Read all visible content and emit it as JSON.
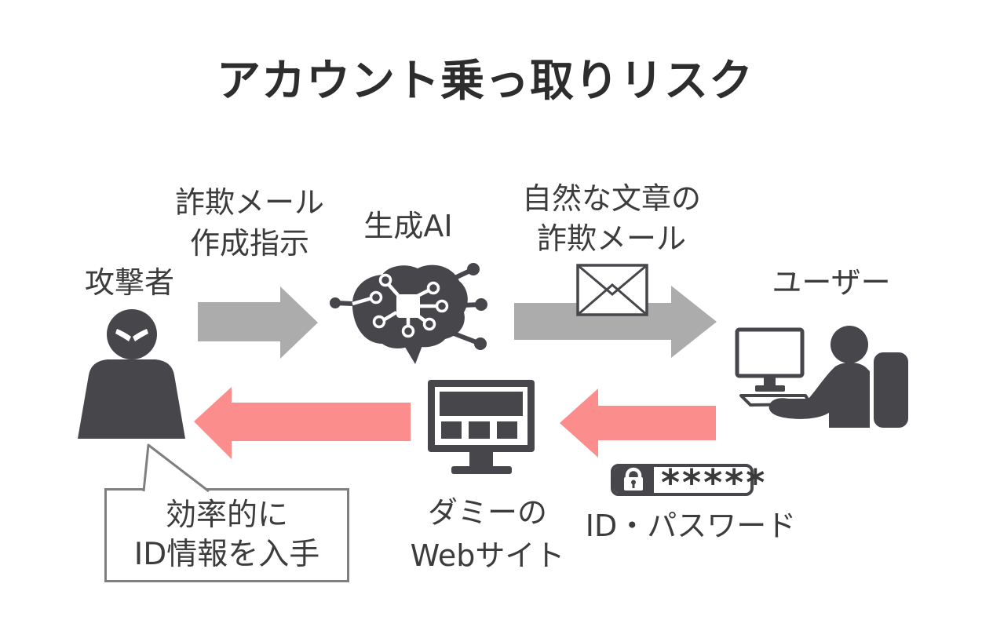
{
  "title": "アカウント乗っ取りリスク",
  "colors": {
    "icon_dark": "#46464B",
    "arrow_gray": "#ACACAC",
    "arrow_red": "#FC8D8D",
    "text_dark": "#3C3C3C",
    "title_text": "#2D2D2D",
    "bubble_border": "#7F7F7F",
    "background": "#FFFFFF"
  },
  "nodes": {
    "attacker": {
      "label": "攻撃者"
    },
    "gen_ai": {
      "label": "生成AI"
    },
    "user": {
      "label": "ユーザー"
    },
    "dummy_site": {
      "label_line1": "ダミーの",
      "label_line2": "Webサイト"
    },
    "id_password": {
      "label": "ID・パスワード",
      "masked_value": "*****"
    }
  },
  "flows": {
    "instruction": {
      "line1": "詐欺メール",
      "line2": "作成指示"
    },
    "natural_email": {
      "line1": "自然な文章の",
      "line2": "詐欺メール"
    }
  },
  "bubble": {
    "line1": "効率的に",
    "line2": "ID情報を入手"
  },
  "icons": {
    "attacker": "attacker-person-icon",
    "gen_ai": "ai-brain-circuit-icon",
    "email": "email-envelope-icon",
    "user": "user-at-computer-icon",
    "dummy_site": "dummy-website-monitor-icon",
    "id_password": "password-lock-field-icon"
  }
}
